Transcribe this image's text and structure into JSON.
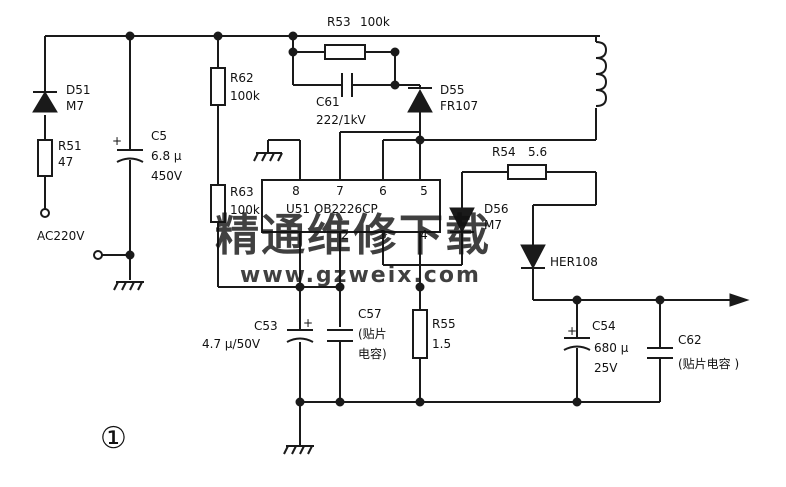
{
  "labels": {
    "d51": "D51",
    "d51_type": "M7",
    "r51": "R51",
    "r51_val": "47",
    "ac": "AC220V",
    "c5": "C5",
    "c5_val": "6.8 μ",
    "c5_volt": "450V",
    "r62": "R62",
    "r62_val": "100k",
    "r63": "R63",
    "r63_val": "100k",
    "r53": "R53",
    "r53_val": "100k",
    "c61": "C61",
    "c61_val": "222/1kV",
    "d55": "D55",
    "d55_type": "FR107",
    "ic": "U51 OB2226CP",
    "pin8": "8",
    "pin7": "7",
    "pin6": "6",
    "pin5": "5",
    "pin2": "2",
    "pin3": "3",
    "pin4": "4",
    "r54": "R54",
    "r54_val": "5.6",
    "d56": "D56",
    "d56_type": "M7",
    "d_her": "HER108",
    "c53": "C53",
    "c53_val": "4.7 μ/50V",
    "c57": "C57",
    "c57_note1": "(贴片",
    "c57_note2": "电容)",
    "r55": "R55",
    "r55_val": "1.5",
    "c54": "C54",
    "c54_val": "680 μ",
    "c54_volt": "25V",
    "c62": "C62",
    "c62_note": "(贴片电容  )",
    "figure_number": "①"
  },
  "watermark": {
    "title": "精通维修下载",
    "url": "www.gzweix.com",
    "color": "#e8a0a8"
  },
  "colors": {
    "ink": "#1a1a1a",
    "background": "#ffffff"
  }
}
